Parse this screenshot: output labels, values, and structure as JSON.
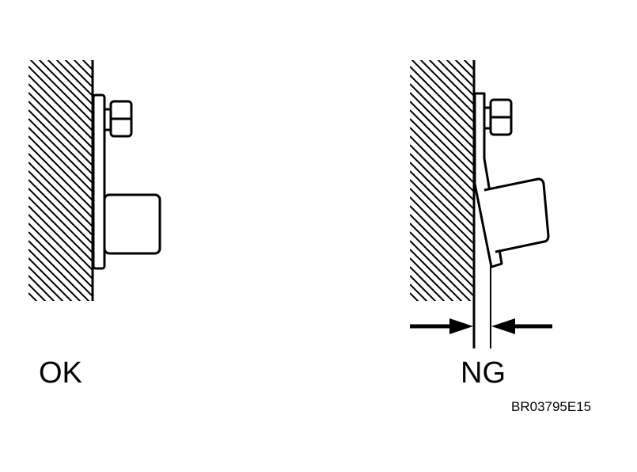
{
  "labels": {
    "ok": "OK",
    "ng": "NG",
    "figure_code": "BR03795E15"
  },
  "colors": {
    "ink": "#000000",
    "paper": "#ffffff"
  }
}
